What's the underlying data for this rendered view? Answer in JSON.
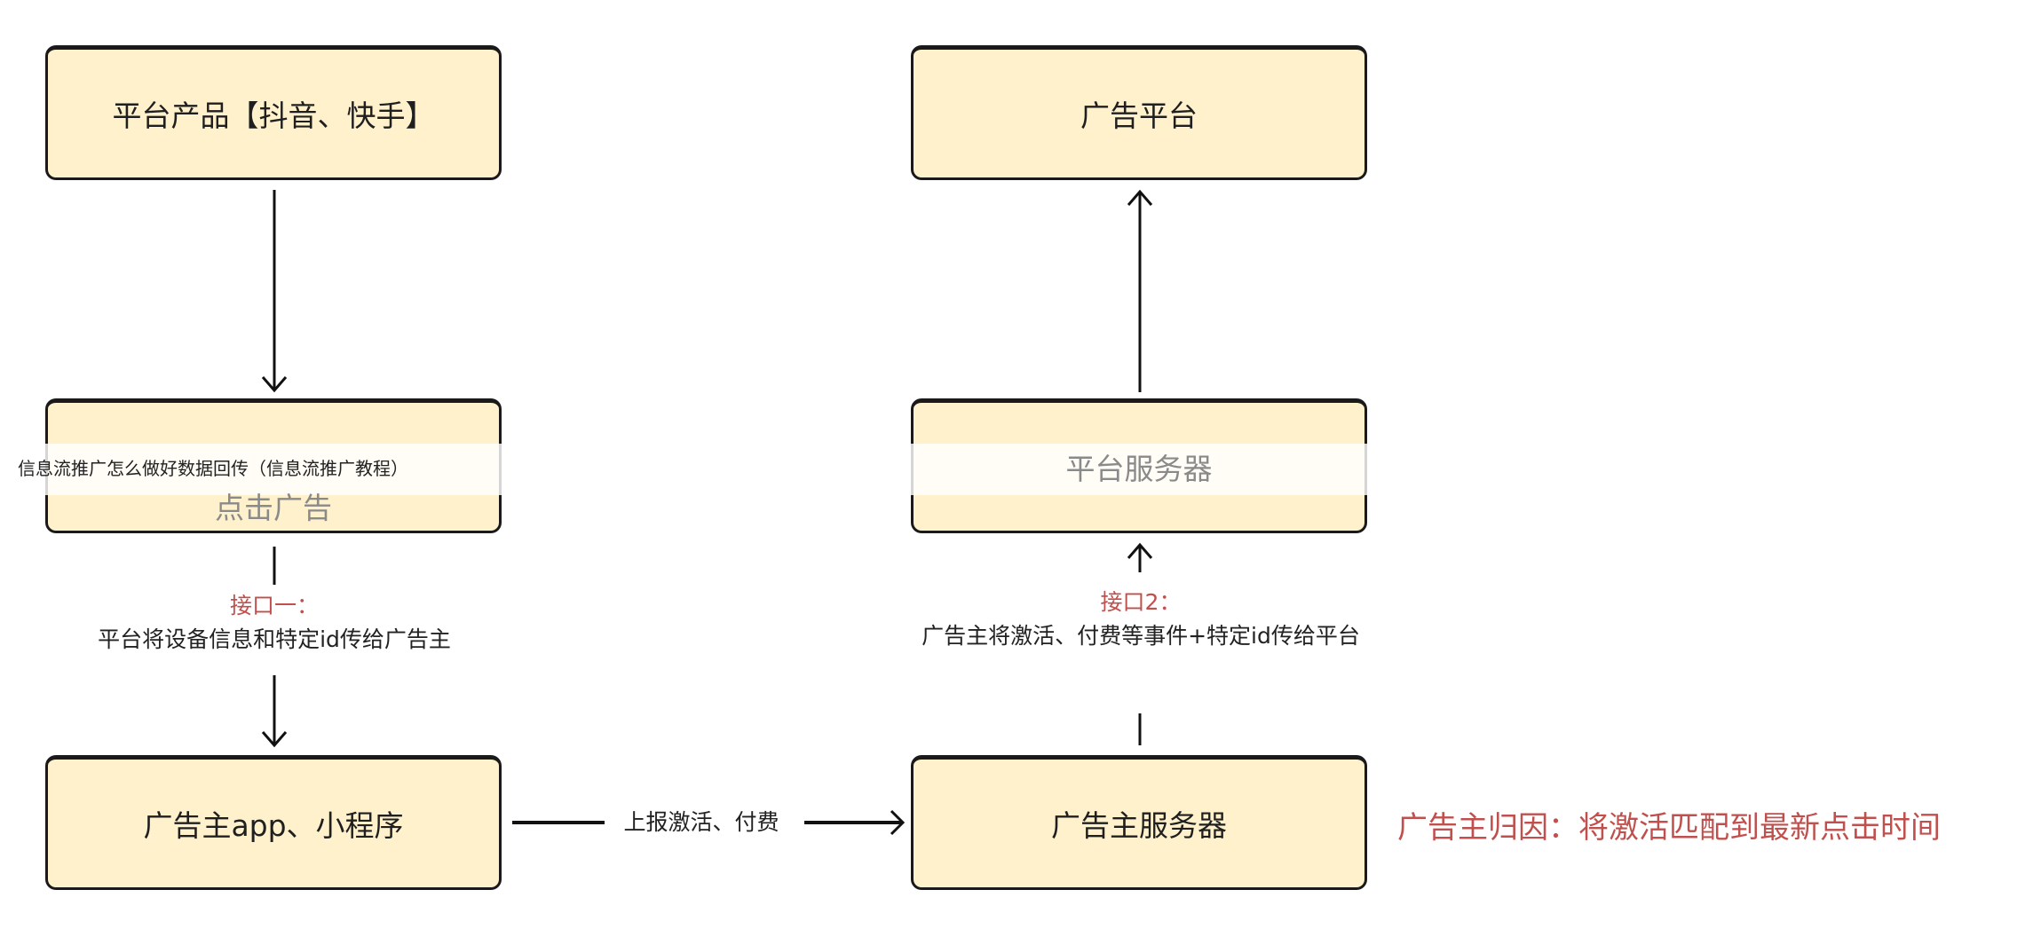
{
  "nodes": {
    "platform_product": "平台产品【抖音、快手】",
    "ad_platform": "广告平台",
    "click_ad": "点击广告",
    "platform_server": "平台服务器",
    "advertiser_app": "广告主app、小程序",
    "advertiser_server": "广告主服务器"
  },
  "edges": {
    "interface1_title": "接口一：",
    "interface1_desc": "平台将设备信息和特定id传给广告主",
    "report_label": "上报激活、付费",
    "interface2_title": "接口2：",
    "interface2_desc": "广告主将激活、付费等事件+特定id传给平台"
  },
  "attribution_note": "广告主归因：将激活匹配到最新点击时间",
  "overlay_caption": "信息流推广怎么做好数据回传（信息流推广教程）",
  "colors": {
    "box_fill": "#fef1cc",
    "accent_red": "#c0504d"
  }
}
